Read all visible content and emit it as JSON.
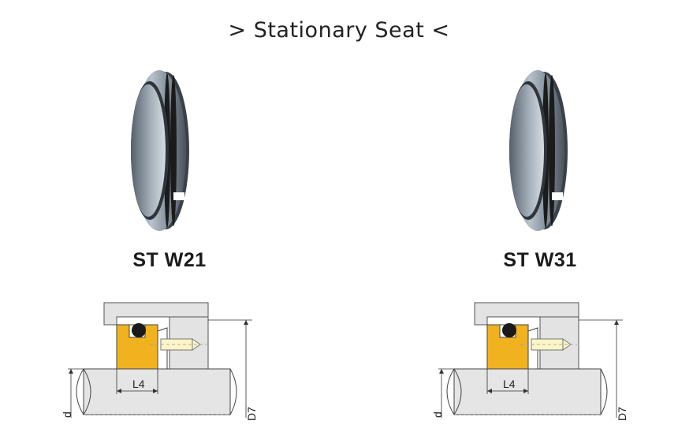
{
  "header": {
    "title": "Stationary Seat",
    "left_mark": ">",
    "right_mark": "<"
  },
  "products": [
    {
      "model": "ST W21",
      "labels": {
        "length": "L4",
        "shaft_dia": "d",
        "outer_dia": "D7"
      }
    },
    {
      "model": "ST W31",
      "labels": {
        "length": "L4",
        "shaft_dia": "d",
        "outer_dia": "D7"
      }
    }
  ],
  "colors": {
    "seat_body": "#f0b21e",
    "o_ring": "#1a1a1a",
    "housing": "#e2e2e2",
    "spring": "#fbf5c8",
    "ring_metal": "#8e9aa8"
  }
}
